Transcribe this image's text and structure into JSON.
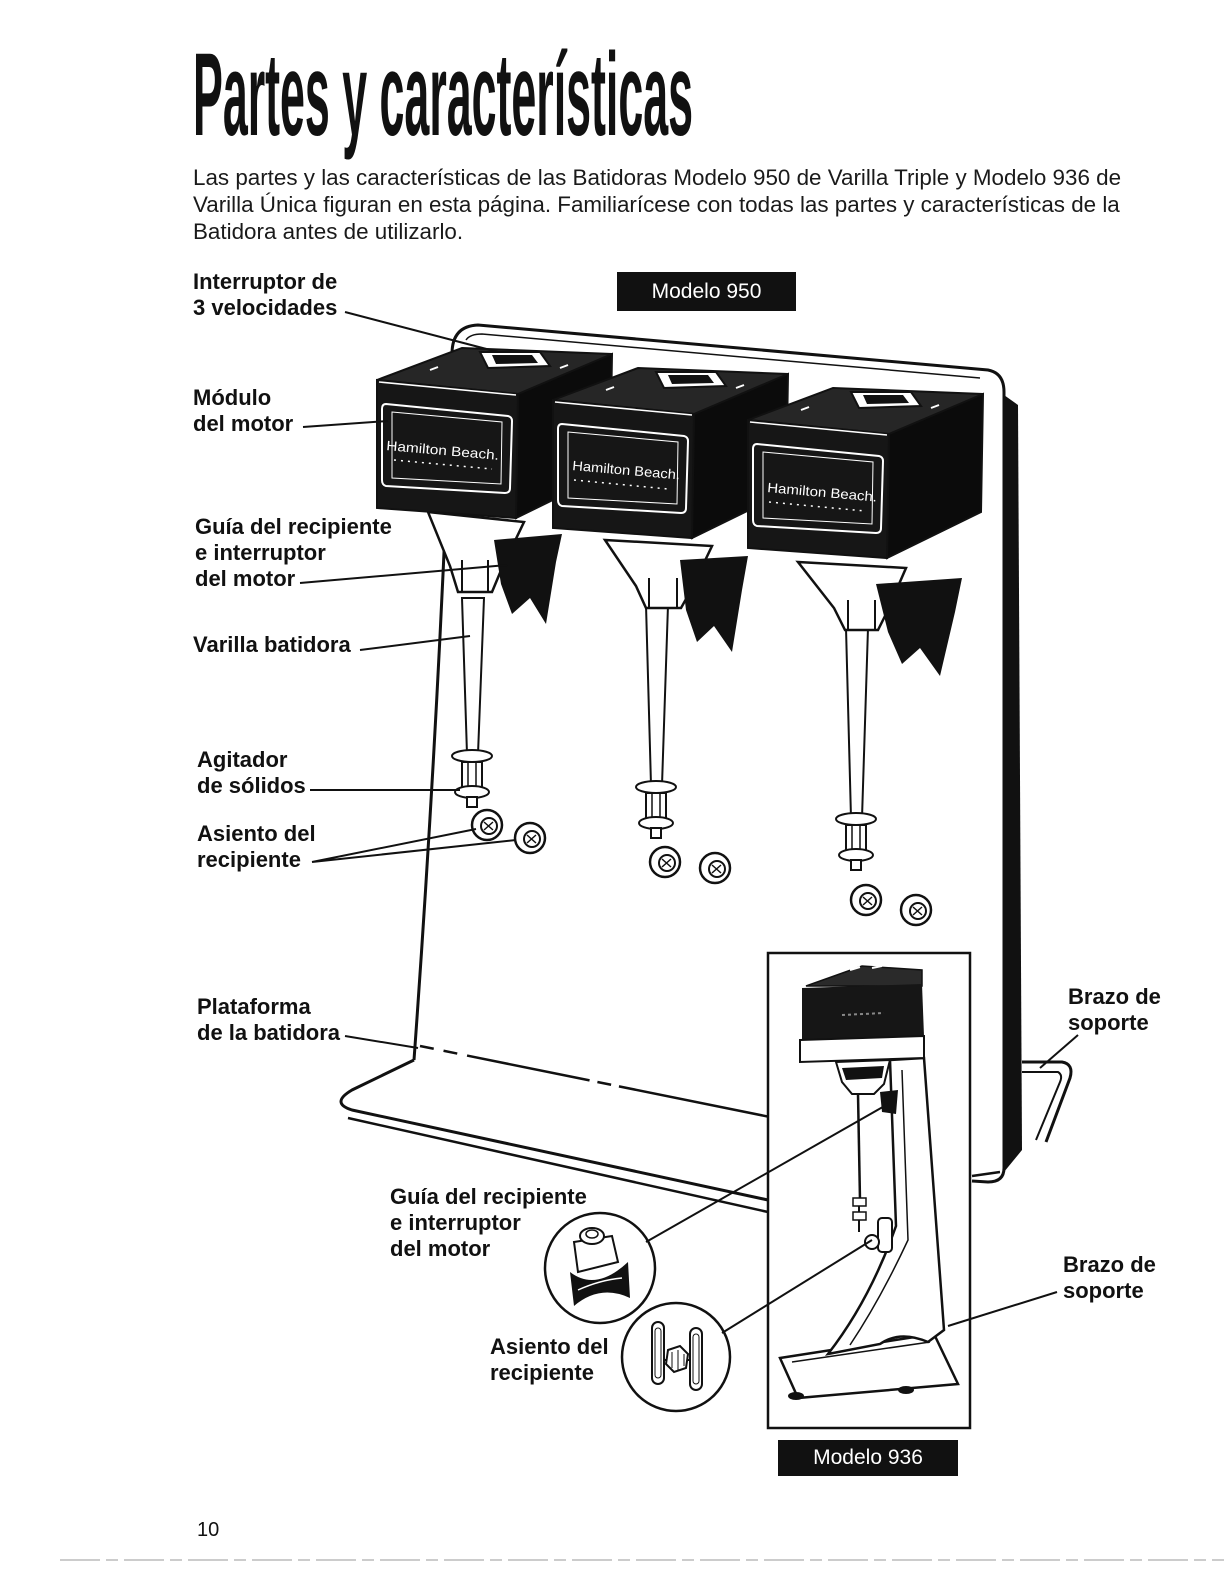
{
  "page": {
    "title": "Partes y características",
    "intro": "Las partes y las características de las Batidoras Modelo 950 de Varilla Triple y Modelo 936 de Varilla Única figuran en esta página. Familiarícese con todas las partes y características de la Batidora antes de utilizarlo.",
    "page_number": "10"
  },
  "models": {
    "model_950": "Modelo 950",
    "model_936": "Modelo 936"
  },
  "callouts": {
    "speed_switch": "Interruptor de\n3 velocidades",
    "motor_module": "Módulo\ndel motor",
    "cup_guide": "Guía del recipiente\ne interruptor\ndel motor",
    "spindle": "Varilla batidora",
    "agitator": "Agitador\nde sólidos",
    "cup_rest": "Asiento del\nrecipiente",
    "platform": "Plataforma\nde la batidora",
    "support_arm": "Brazo de\nsoporte",
    "cup_guide_936": "Guía del recipiente\ne interruptor\ndel motor",
    "cup_rest_936": "Asiento del\nrecipiente",
    "support_arm_936": "Brazo de\nsoporte"
  },
  "illustration": {
    "brand_text": "Hamilton Beach.",
    "ink_color": "#111111",
    "paper_color": "#ffffff"
  }
}
